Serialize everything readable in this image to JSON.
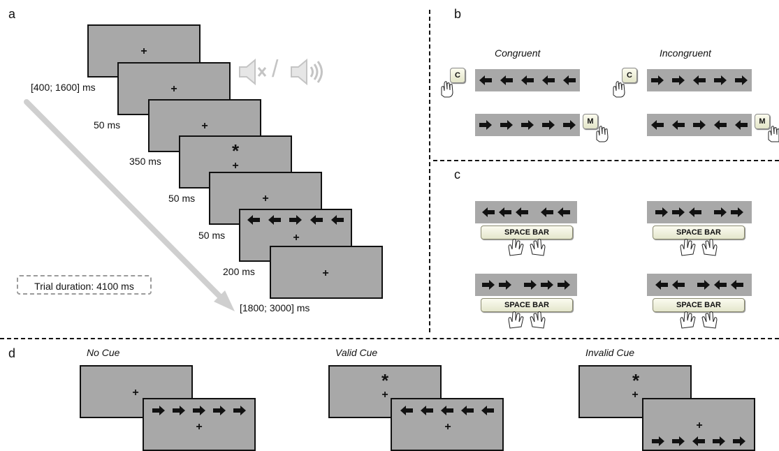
{
  "panels": {
    "a": "a",
    "b": "b",
    "c": "c",
    "d": "d"
  },
  "panel_a": {
    "timings": [
      "[400; 1600] ms",
      "50 ms",
      "350 ms",
      "50 ms",
      "50 ms",
      "200 ms",
      "[1800; 3000] ms"
    ],
    "fixation": "+",
    "cue_symbol": "*",
    "sound_separator": "/",
    "target_arrows": [
      "left",
      "left",
      "right",
      "left",
      "left"
    ],
    "trial_duration": "Trial duration: 4100 ms",
    "sound_icons": [
      "sound-off-icon",
      "sound-on-icon"
    ]
  },
  "panel_b": {
    "congruent_label": "Congruent",
    "incongruent_label": "Incongruent",
    "key_c": "C",
    "key_m": "M",
    "congruent_rows": [
      [
        "left",
        "left",
        "left",
        "left",
        "left"
      ],
      [
        "right",
        "right",
        "right",
        "right",
        "right"
      ]
    ],
    "incongruent_rows": [
      [
        "right",
        "right",
        "left",
        "right",
        "right"
      ],
      [
        "left",
        "left",
        "right",
        "left",
        "left"
      ]
    ]
  },
  "panel_c": {
    "space_bar_label": "SPACE BAR",
    "rows": [
      [
        "left",
        "left",
        "left",
        "gap",
        "left",
        "left"
      ],
      [
        "right",
        "right",
        "left",
        "gap",
        "right",
        "right"
      ],
      [
        "right",
        "right",
        "gap",
        "right",
        "right",
        "right"
      ],
      [
        "left",
        "left",
        "gap",
        "right",
        "left",
        "left"
      ]
    ]
  },
  "panel_d": {
    "no_cue_label": "No Cue",
    "valid_cue_label": "Valid Cue",
    "invalid_cue_label": "Invalid Cue",
    "fixation": "+",
    "cue_symbol": "*",
    "no_cue_arrows": [
      "right",
      "right",
      "right",
      "right",
      "right"
    ],
    "valid_cue_arrows": [
      "left",
      "left",
      "left",
      "left",
      "left"
    ],
    "invalid_cue_arrows": [
      "right",
      "right",
      "left",
      "right",
      "right"
    ]
  },
  "colors": {
    "screen": "#a8a8a8",
    "border": "#111111",
    "diagonal_arrow": "#cfcfcf",
    "key_face": "#f4f5dc"
  }
}
